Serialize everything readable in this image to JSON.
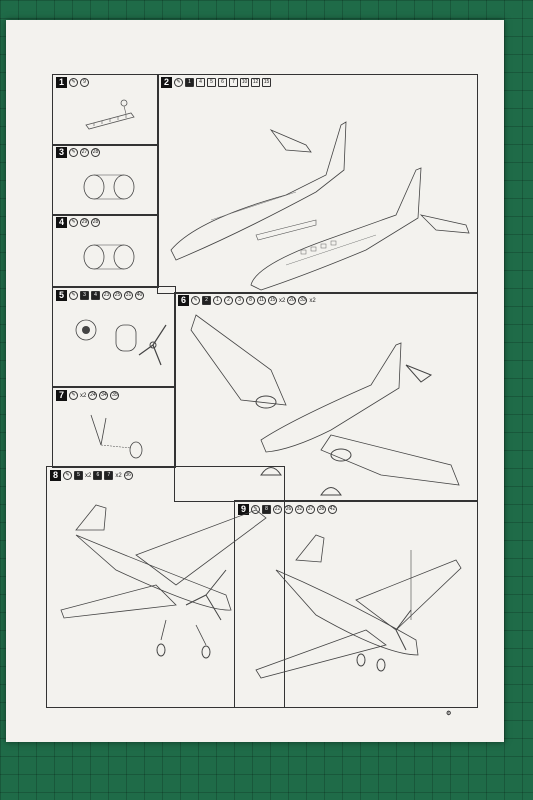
{
  "steps": [
    {
      "n": "1",
      "parts": [
        "9"
      ]
    },
    {
      "n": "2",
      "parts": [
        "1",
        "4",
        "5",
        "6",
        "7",
        "10",
        "12",
        "15"
      ]
    },
    {
      "n": "3",
      "parts": [
        "27",
        "28"
      ]
    },
    {
      "n": "4",
      "parts": [
        "29",
        "28"
      ]
    },
    {
      "n": "5",
      "parts": [
        "3",
        "4",
        "23",
        "25",
        "31",
        "40"
      ]
    },
    {
      "n": "6",
      "parts": [
        "2",
        "1",
        "2",
        "3",
        "8",
        "11",
        "15",
        "20",
        "33"
      ],
      "mult1": "x2",
      "mult2": "x2"
    },
    {
      "n": "7",
      "parts": [
        "24",
        "34",
        "35"
      ],
      "mult": "x2"
    },
    {
      "n": "8",
      "parts": [
        "5",
        "6",
        "7",
        "36"
      ],
      "mult1": "x2",
      "mult2": "x2"
    },
    {
      "n": "9",
      "parts": [
        "8",
        "22",
        "26",
        "32",
        "37",
        "38",
        "42"
      ]
    }
  ],
  "colors": {
    "paper": "#f3f2ee",
    "ink": "#333333",
    "mat": "#1f6b48"
  }
}
